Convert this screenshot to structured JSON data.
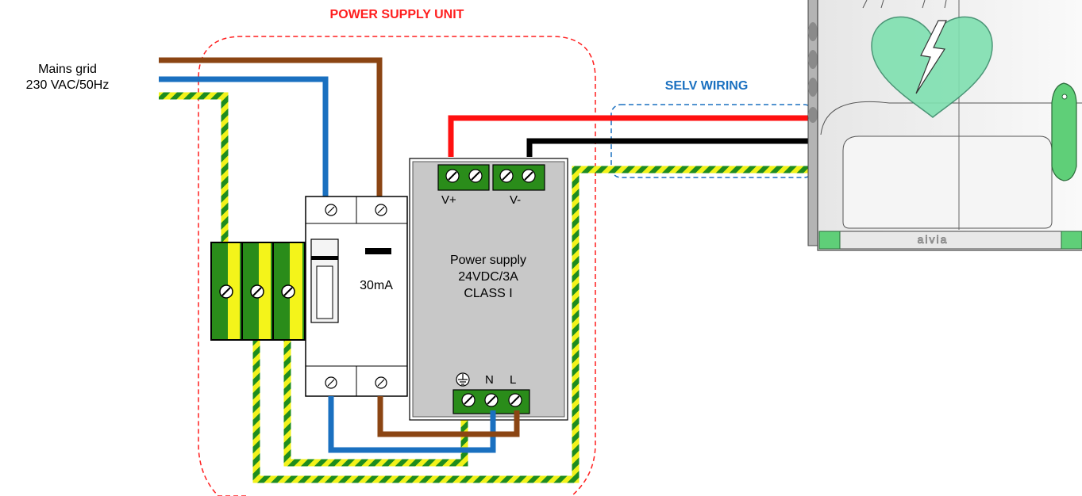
{
  "mains": {
    "line1": "Mains grid",
    "line2": "230 VAC/50Hz"
  },
  "psu_unit_title": "POWER SUPPLY UNIT",
  "selv_title": "SELV WIRING",
  "rcd": {
    "rating": "30mA"
  },
  "power_supply": {
    "line1": "Power supply",
    "line2": "24VDC/3A",
    "line3": "CLASS I",
    "output_terminals": {
      "plus": "V+",
      "minus": "V-"
    },
    "input_terminals": {
      "neutral": "N",
      "line": "L"
    }
  },
  "device_brand": "aivia",
  "colors": {
    "live_brown": "#8b4513",
    "neutral_blue": "#1a70c0",
    "earth_yellow": "#f2f21a",
    "earth_green": "#1e8c1e",
    "dc_positive_red": "#ff1010",
    "dc_negative_black": "#000000",
    "psu_boundary_red": "#ff1e1e",
    "selv_boundary_blue": "#1a70c0",
    "psu_body_grey": "#c8c8c8",
    "device_heart_green": "#7fe0b0"
  }
}
